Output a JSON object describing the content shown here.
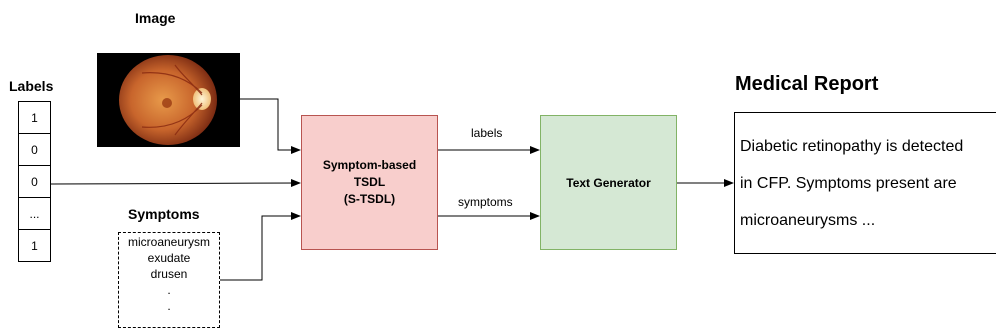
{
  "image_title": "Image",
  "labels_title": "Labels",
  "labels": [
    "1",
    "0",
    "0",
    "...",
    "1"
  ],
  "symptoms_title": "Symptoms",
  "symptoms": [
    "microaneurysm",
    "exudate",
    "drusen",
    ".",
    "."
  ],
  "tsdl_box": {
    "line1": "Symptom-based",
    "line2": "TSDL",
    "line3": "(S-TSDL)"
  },
  "edge_labels": {
    "labels": "labels",
    "symptoms": "symptoms"
  },
  "generator_label": "Text Generator",
  "report_title": "Medical Report",
  "report_lines": [
    "Diabetic retinopathy is detected",
    "in CFP. Symptoms present are",
    "microaneurysms ..."
  ],
  "colors": {
    "tsdl_fill": "#f8cecc",
    "tsdl_stroke": "#b85450",
    "generator_fill": "#d5e8d4",
    "generator_stroke": "#82b366"
  }
}
